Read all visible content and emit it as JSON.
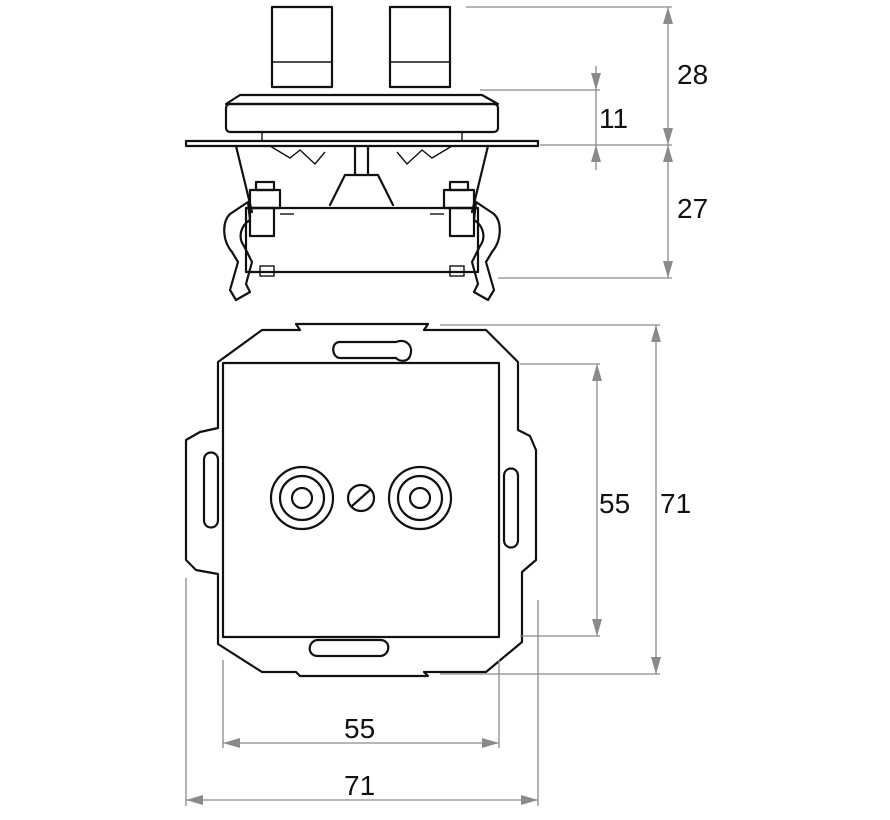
{
  "dimensions": {
    "side_total_height": "28",
    "side_upper_height": "11",
    "side_lower_height": "27",
    "front_inner_height": "55",
    "front_outer_height": "71",
    "front_inner_width": "55",
    "front_outer_width": "71"
  },
  "colors": {
    "line": "#111111",
    "dimension_line": "#8a8a8a",
    "background": "#ffffff"
  }
}
